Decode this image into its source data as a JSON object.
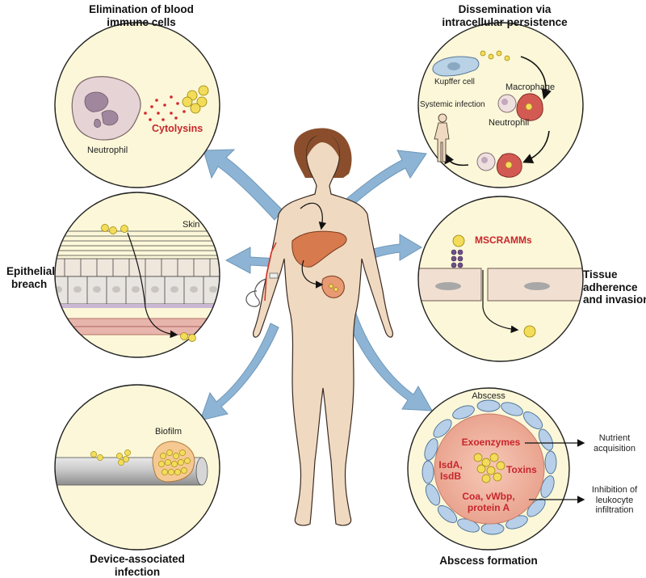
{
  "panels": {
    "elimination": {
      "title_l1": "Elimination of blood",
      "title_l2": "immune cells",
      "cell_label": "Neutrophil",
      "toxin_label": "Cytolysins"
    },
    "dissemination": {
      "title_l1": "Dissemination via",
      "title_l2": "intracellular persistence",
      "kupffer": "Kupffer cell",
      "macrophage": "Macrophage",
      "systemic": "Systemic infection",
      "neutrophil": "Neutrophil"
    },
    "epithelial": {
      "title_l1": "Epithelial",
      "title_l2": "breach",
      "skin": "Skin"
    },
    "tissue": {
      "title_l1": "Tissue",
      "title_l2": "adherence",
      "title_l3": "and invasion",
      "mscramms": "MSCRAMMs"
    },
    "device": {
      "title_l1": "Device-associated",
      "title_l2": "infection",
      "biofilm": "Biofilm"
    },
    "abscess": {
      "title": "Abscess formation",
      "abscess_label": "Abscess",
      "exoenzymes": "Exoenzymes",
      "isd_l1": "IsdA,",
      "isd_l2": "IsdB",
      "toxins": "Toxins",
      "coa_l1": "Coa, vWbp,",
      "coa_l2": "protein A",
      "nutrient_l1": "Nutrient",
      "nutrient_l2": "acquisition",
      "inhib_l1": "Inhibition of",
      "inhib_l2": "leukocyte",
      "inhib_l3": "infiltration"
    }
  },
  "colors": {
    "circle_fill": "#fbf7d8",
    "arrow_blue": "#8db4d4",
    "body": "#efd9c0",
    "hair": "#8a4e2c",
    "bacteria": "#f2dc5a",
    "red_text": "#c8262d"
  }
}
